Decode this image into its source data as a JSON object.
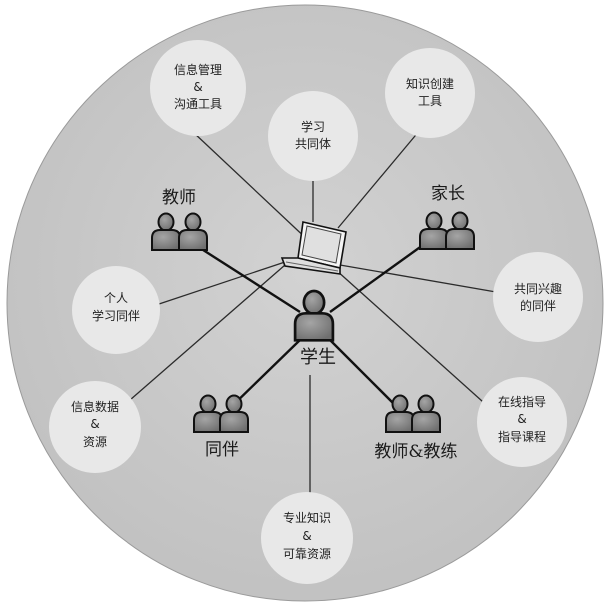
{
  "colors": {
    "background_disc": "#c9c9c9",
    "node_bubble": "#e8e8e8",
    "line": "#2b2b2b",
    "person": "#8a8a8a"
  },
  "center": {
    "label": "学生",
    "icon": "student-icon"
  },
  "laptop": {
    "icon": "laptop-icon"
  },
  "groups": {
    "teacher": {
      "label": "教师",
      "icon": "people-icon"
    },
    "parent": {
      "label": "家长",
      "icon": "people-icon"
    },
    "peer": {
      "label": "同伴",
      "icon": "people-icon"
    },
    "coach": {
      "label": "教师&教练",
      "icon": "people-icon"
    }
  },
  "resources": {
    "info_tools": [
      "信息管理",
      "&",
      "沟通工具"
    ],
    "learning_community": [
      "学习",
      "共同体"
    ],
    "knowledge_tools": [
      "知识创建",
      "工具"
    ],
    "interest_peers": [
      "共同兴趣",
      "的同伴"
    ],
    "online_guidance": [
      "在线指导",
      "&",
      "指导课程"
    ],
    "expert_knowledge": [
      "专业知识",
      "&",
      "可靠资源"
    ],
    "info_data": [
      "信息数据",
      "&",
      "资源"
    ],
    "personal_peers": [
      "个人",
      "学习同伴"
    ]
  }
}
